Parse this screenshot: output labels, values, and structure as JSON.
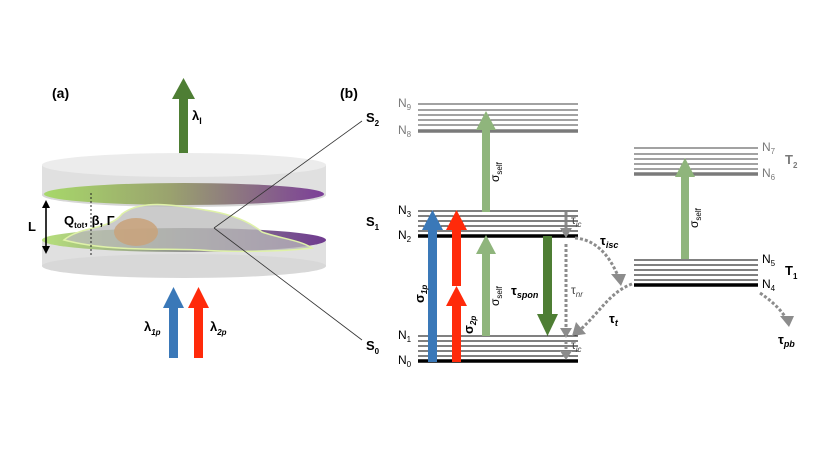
{
  "panel_a": {
    "label": "(a)",
    "emission_label": {
      "base": "λ",
      "sub": "l"
    },
    "length_label": "L",
    "cavity_params": {
      "q_base": "Q",
      "q_sub": "tot",
      "rest": ",  β,  Γ"
    },
    "pump1_label": {
      "base": "λ",
      "sub": "1p"
    },
    "pump2_label": {
      "base": "λ",
      "sub": "2p"
    }
  },
  "panel_b": {
    "label": "(b)",
    "states": {
      "s2": {
        "base": "S",
        "sub": "2"
      },
      "s1": {
        "base": "S",
        "sub": "1"
      },
      "s0": {
        "base": "S",
        "sub": "0"
      },
      "t2": {
        "base": "T",
        "sub": "2"
      },
      "t1": {
        "base": "T",
        "sub": "1"
      }
    },
    "levels": {
      "n9": {
        "base": "N",
        "sub": "9"
      },
      "n8": {
        "base": "N",
        "sub": "8"
      },
      "n3": {
        "base": "N",
        "sub": "3"
      },
      "n2": {
        "base": "N",
        "sub": "2"
      },
      "n1": {
        "base": "N",
        "sub": "1"
      },
      "n0": {
        "base": "N",
        "sub": "0"
      },
      "n7": {
        "base": "N",
        "sub": "7"
      },
      "n6": {
        "base": "N",
        "sub": "6"
      },
      "n5": {
        "base": "N",
        "sub": "5"
      },
      "n4": {
        "base": "N",
        "sub": "4"
      }
    },
    "processes": {
      "sigma_self": {
        "base": "σ",
        "sub": "self"
      },
      "sigma_1p": {
        "base": "σ",
        "sub": "1p"
      },
      "sigma_2p": {
        "base": "σ",
        "sub": "2p"
      },
      "tau_spon": {
        "base": "τ",
        "sub": "spon"
      },
      "tau_ic": {
        "base": "τ",
        "sub": "ic"
      },
      "tau_nr": {
        "base": "τ",
        "sub": "nr"
      },
      "tau_isc": {
        "base": "τ",
        "sub": "isc"
      },
      "tau_t": {
        "base": "τ",
        "sub": "t"
      },
      "tau_pb": {
        "base": "τ",
        "sub": "pb"
      }
    }
  },
  "colors": {
    "pump1": "#3a78b8",
    "pump2": "#ff2a0a",
    "emission": "#4e7e34",
    "self_absorption": "#8fb57c",
    "nonradiative": "#8c8c8c",
    "level_grey": "#7a7a7a"
  }
}
